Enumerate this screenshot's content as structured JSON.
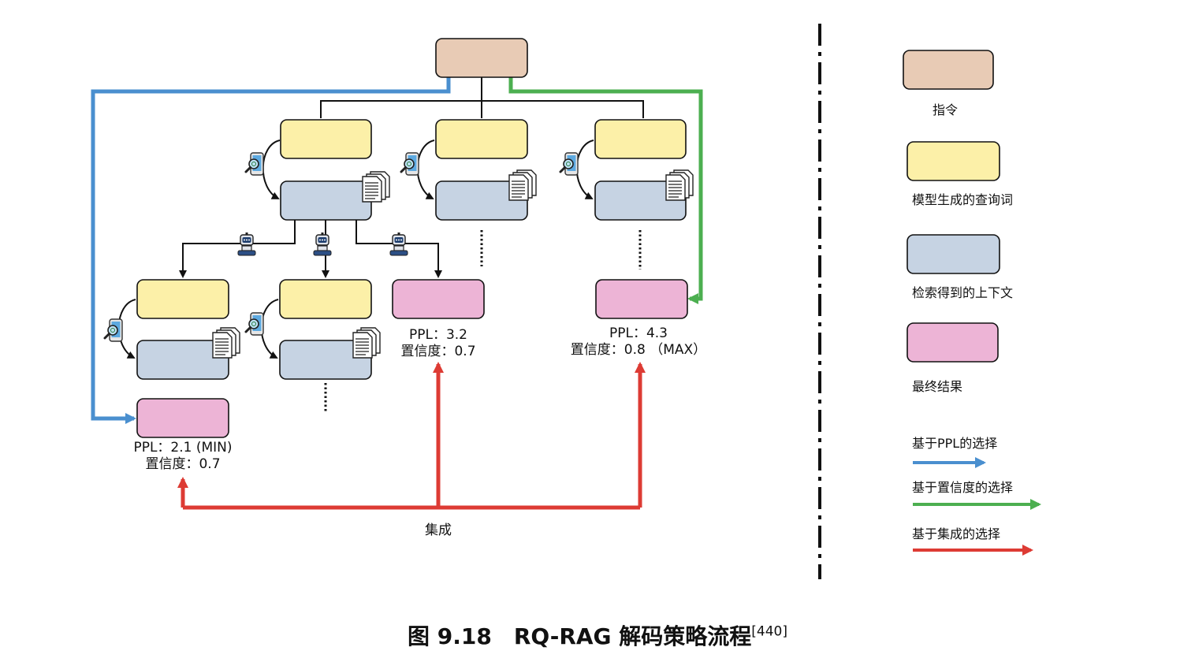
{
  "colors": {
    "instruction": "#E8CBB5",
    "query": "#FCF0A8",
    "context": "#C6D3E3",
    "final": "#EDB4D6",
    "ppl_arrow": "#4A8FCF",
    "confidence_arrow": "#4CAF50",
    "ensemble_arrow": "#DD3B34"
  },
  "outcomes": [
    {
      "ppl": "PPL：2.1 (MIN)",
      "conf": "置信度：0.7"
    },
    {
      "ppl": "PPL：3.2",
      "conf": "置信度：0.7"
    },
    {
      "ppl": "PPL：4.3",
      "conf": "置信度：0.8 （MAX）"
    }
  ],
  "ensemble_label": "集成",
  "legend": {
    "instruction": "指令",
    "query": "模型生成的查询词",
    "context": "检索得到的上下文",
    "final": "最终结果",
    "ppl_select": "基于PPL的选择",
    "confidence_select": "基于置信度的选择",
    "ensemble_select": "基于集成的选择"
  },
  "caption": {
    "text": "图 9.18　RQ-RAG 解码策略流程",
    "ref": "[440]"
  },
  "icons": [
    "search-phone-icon",
    "document-stack-icon",
    "robot-icon"
  ]
}
